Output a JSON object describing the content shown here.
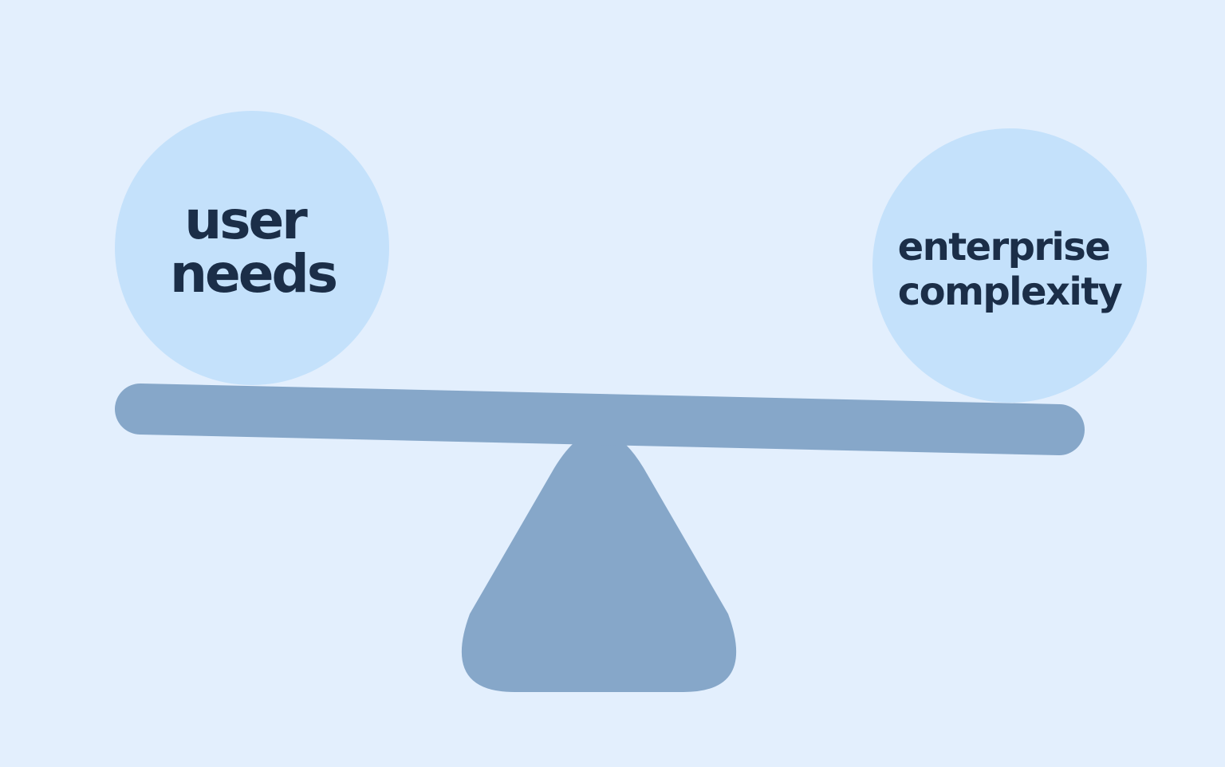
{
  "diagram": {
    "left_weight": {
      "lines": [
        "user",
        "needs"
      ]
    },
    "right_weight": {
      "lines": [
        "enterprise",
        "complexity"
      ]
    },
    "colors": {
      "background": "#e3effd",
      "weight_fill": "#c4e1fb",
      "beam_and_fulcrum": "#86a7c9",
      "text": "#1b2e48"
    }
  }
}
